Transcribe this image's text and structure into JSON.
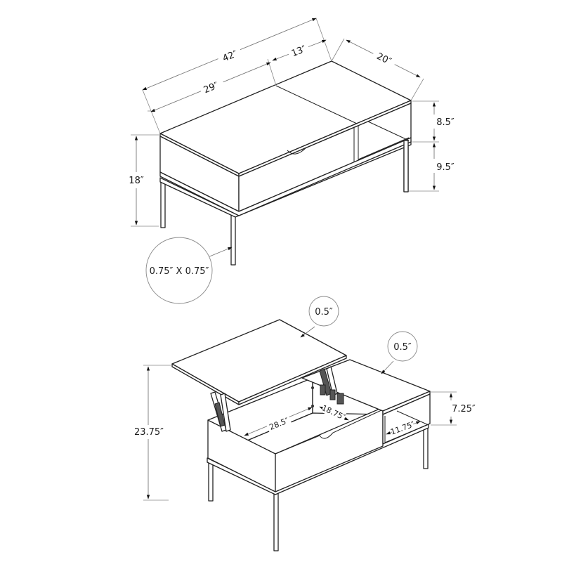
{
  "diagram": {
    "subject": "Lift-top coffee table dimension drawing",
    "colors": {
      "background": "#ffffff",
      "line": "#222222",
      "dimension_line": "#777777",
      "arrowhead": "#111111"
    },
    "closed_view": {
      "overall_length": "42″",
      "lift_top_length": "29″",
      "shelf_section_length": "13″",
      "depth": "20″",
      "overall_height": "18″",
      "shelf_opening_height": "8.5″",
      "leg_clearance_height": "9.5″",
      "leg_size_callout": "0.75″ X 0.75″"
    },
    "open_view": {
      "lifted_height": "23.75″",
      "lift_top_thickness_callout": "0.5″",
      "fixed_top_thickness_callout": "0.5″",
      "inner_storage_length": "28.5″",
      "inner_storage_depth": "18.75″",
      "shelf_depth": "11.75″",
      "shelf_opening_height": "7.25″"
    }
  }
}
